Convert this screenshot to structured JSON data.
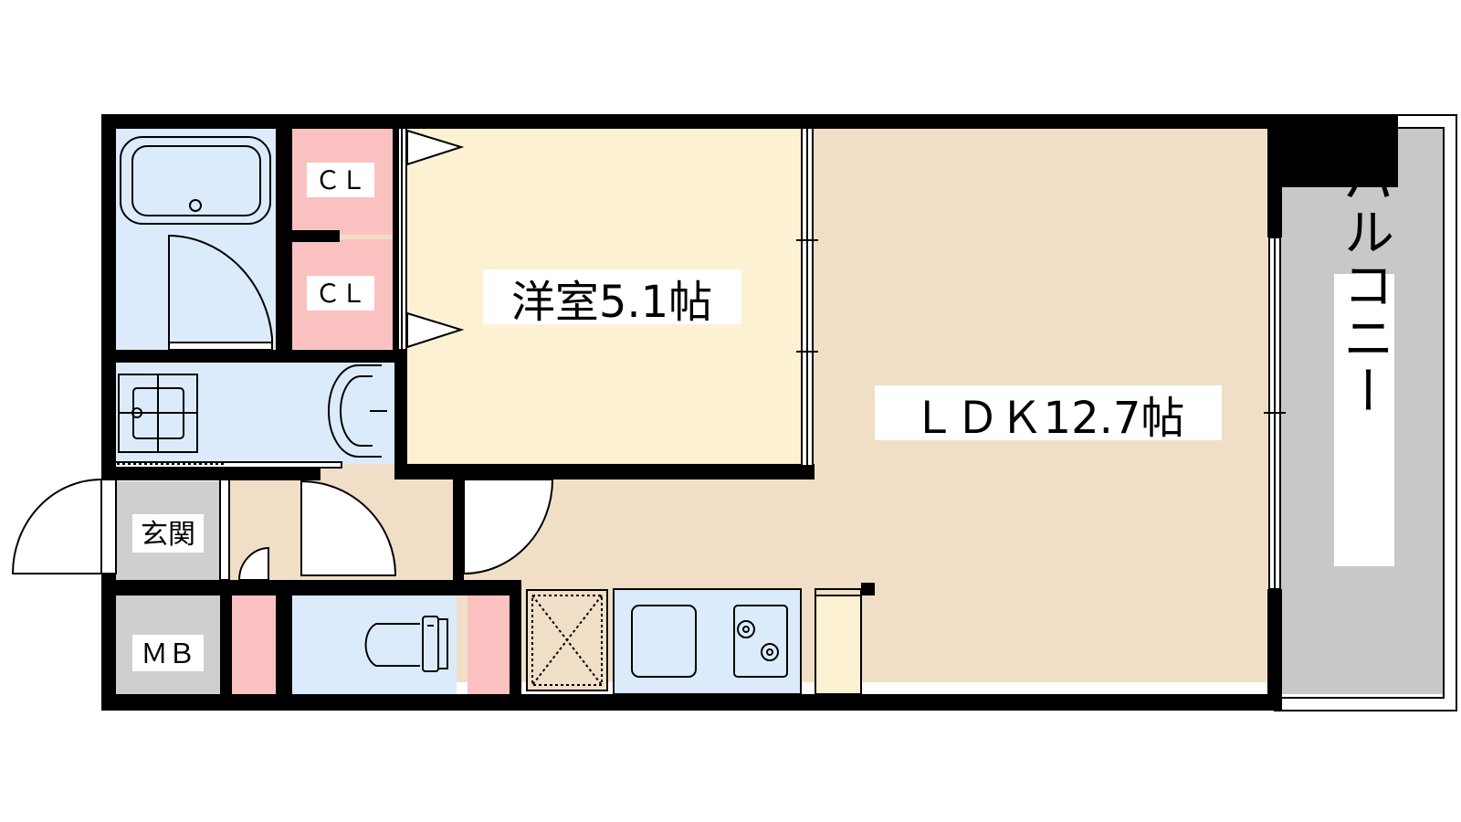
{
  "labels": {
    "bedroom": "洋室5.1帖",
    "ldk": "ＬＤＫ12.7帖",
    "balcony": "バルコニー",
    "closet_top": "ＣＬ",
    "closet_bottom": "ＣＬ",
    "entrance": "玄関",
    "meter_box": "ＭＢ"
  },
  "colors": {
    "wall": "#000000",
    "bedroom_floor": "#fdf1d4",
    "ldk_floor": "#f0dfc6",
    "wet_area": "#dcebfb",
    "closet": "#fbc1c1",
    "balcony": "#c8c8c8",
    "entrance": "#cfcfcf",
    "fixture_line": "#000000"
  }
}
